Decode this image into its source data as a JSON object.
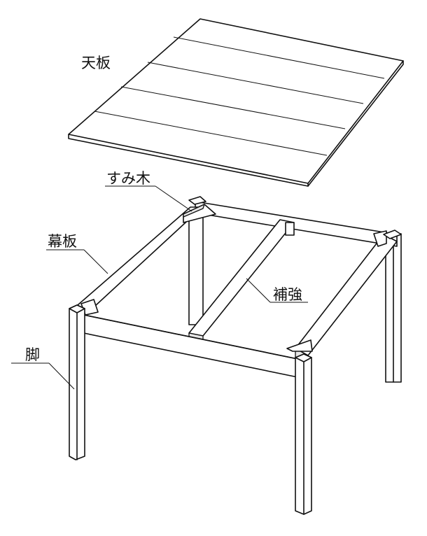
{
  "labels": {
    "top_board": "天板",
    "corner_block": "すみ木",
    "apron": "幕板",
    "brace": "補強",
    "leg": "脚"
  },
  "colors": {
    "line": "#111111",
    "background": "#ffffff"
  }
}
